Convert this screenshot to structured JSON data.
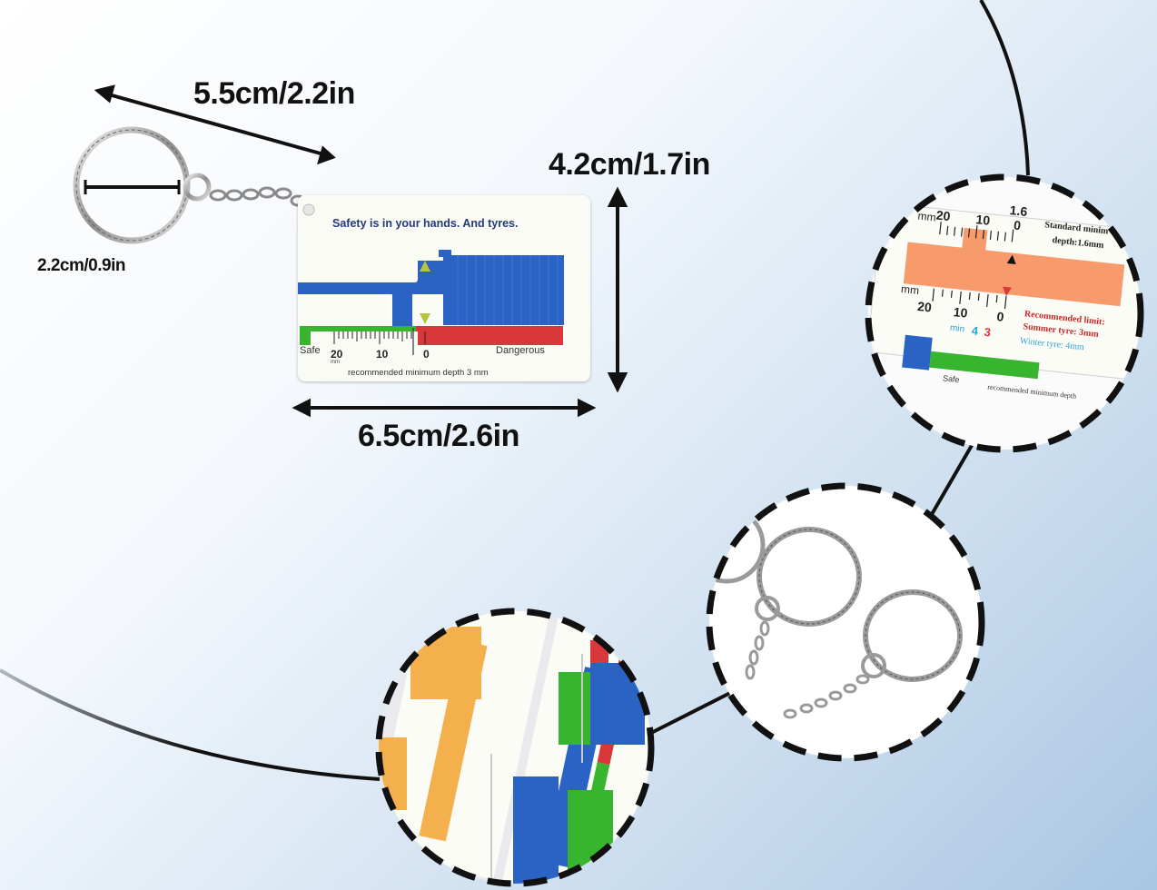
{
  "dimensions": {
    "length": "5.5cm/2.2in",
    "ring_diameter": "2.2cm/0.9in",
    "height": "4.2cm/1.7in",
    "width": "6.5cm/2.6in"
  },
  "card": {
    "tagline": "Safety is in your hands. And tyres.",
    "safe": "Safe",
    "dangerous": "Dangerous",
    "scale_20": "20",
    "scale_mm": "mm",
    "scale_10": "10",
    "scale_0": "0",
    "footer": "recommended minimum depth 3 mm"
  },
  "zoom": {
    "top_scale": [
      "20",
      "10",
      "1.6",
      "0"
    ],
    "mm": "mm",
    "standard": "Standard minim",
    "standard_depth": "depth:1.6mm",
    "bottom_scale": [
      "20",
      "10",
      "0"
    ],
    "min": "min",
    "min_4": "4",
    "min_3": "3",
    "recommended": "Recommended limit:",
    "summer": "Summer tyre: 3mm",
    "winter": "Winter tyre: 4mm",
    "safe": "Safe",
    "footer_small": "recommended minimum depth"
  },
  "colors": {
    "blue": "#2a63c4",
    "green": "#38b52f",
    "red": "#d8383a",
    "orange": "#f79a6c",
    "yellow": "#f4b04c"
  }
}
